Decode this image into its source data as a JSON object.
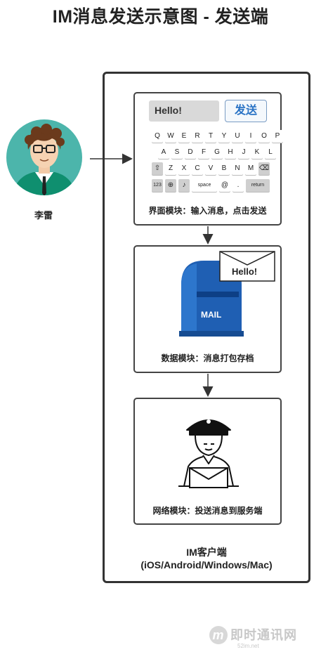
{
  "title": "IM消息发送示意图 - 发送端",
  "user": {
    "name": "李雷"
  },
  "ui_module": {
    "input_value": "Hello!",
    "send_label": "发送",
    "keyboard": {
      "row1": [
        "Q",
        "W",
        "E",
        "R",
        "T",
        "Y",
        "U",
        "I",
        "O",
        "P"
      ],
      "row2": [
        "A",
        "S",
        "D",
        "F",
        "G",
        "H",
        "J",
        "K",
        "L"
      ],
      "row3": [
        "Z",
        "X",
        "C",
        "V",
        "B",
        "N",
        "M"
      ],
      "key_123": "123",
      "key_space": "space",
      "key_at": "@",
      "key_dot": ".",
      "key_return": "return"
    },
    "label": "界面模块：输入消息，点击发送"
  },
  "data_module": {
    "envelope_text": "Hello!",
    "mailbox_text": "MAIL",
    "label": "数据模块：消息打包存档"
  },
  "network_module": {
    "label": "网络模块：投送消息到服务端"
  },
  "client": {
    "line1": "IM客户端",
    "line2": "(iOS/Android/Windows/Mac)"
  },
  "watermark": {
    "text": "即时通讯网",
    "sub": "52im.net"
  },
  "colors": {
    "avatar_bg": "#4cb5ab",
    "mailbox_blue": "#1f5fb3",
    "send_text": "#2a73c5"
  }
}
